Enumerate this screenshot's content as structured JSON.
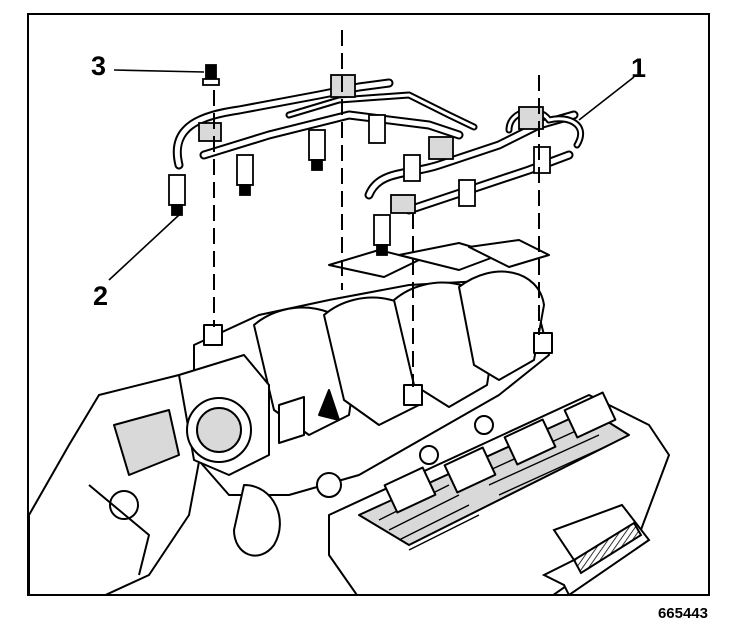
{
  "callouts": {
    "one": "1",
    "two": "2",
    "three": "3"
  },
  "figure_id": "665443",
  "colors": {
    "ink": "#000000",
    "paper": "#ffffff",
    "shade": "#d9d9d9",
    "hatch": "#9a9a9a"
  }
}
